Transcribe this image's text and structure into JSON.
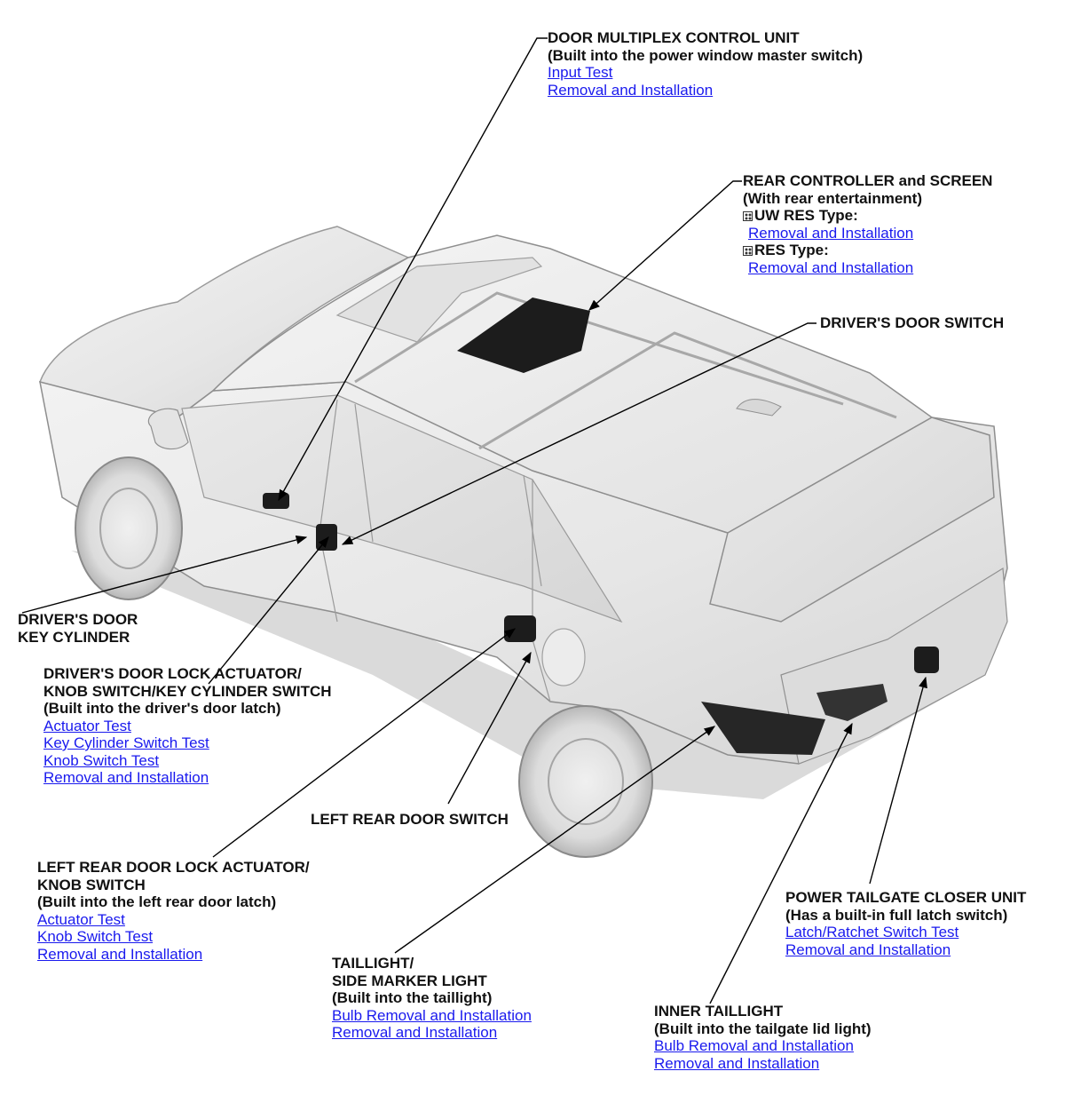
{
  "callouts": {
    "door_multiplex": {
      "title": "DOOR MULTIPLEX CONTROL UNIT",
      "sub": "(Built into the power window master switch)",
      "links": [
        "Input Test",
        "Removal and Installation"
      ]
    },
    "rear_controller": {
      "title": "REAR CONTROLLER and SCREEN",
      "sub": "(With rear entertainment)",
      "uw_res_type": "UW RES Type:",
      "uw_res_link": "Removal and Installation",
      "res_type": "RES Type:",
      "res_link": "Removal and Installation"
    },
    "drivers_door_switch": {
      "title": "DRIVER'S DOOR SWITCH"
    },
    "drivers_door_key_cylinder": {
      "line1": "DRIVER'S DOOR",
      "line2": "KEY CYLINDER"
    },
    "drivers_door_lock_actuator": {
      "line1": "DRIVER'S DOOR LOCK ACTUATOR/",
      "line2": "KNOB SWITCH/KEY CYLINDER SWITCH",
      "sub": "(Built into the driver's door latch)",
      "links": [
        "Actuator Test",
        "Key Cylinder Switch Test",
        "Knob Switch Test",
        "Removal and Installation"
      ]
    },
    "left_rear_door_switch": {
      "title": "LEFT REAR DOOR SWITCH"
    },
    "left_rear_door_lock_actuator": {
      "line1": "LEFT REAR DOOR LOCK ACTUATOR/",
      "line2": "KNOB SWITCH",
      "sub": "(Built into the left rear door latch)",
      "links": [
        "Actuator Test",
        "Knob Switch Test",
        "Removal and Installation"
      ]
    },
    "taillight": {
      "line1": "TAILLIGHT/",
      "line2": "SIDE MARKER LIGHT",
      "sub": "(Built into the taillight)",
      "links": [
        "Bulb Removal and Installation",
        "Removal and Installation"
      ]
    },
    "inner_taillight": {
      "title": "INNER TAILLIGHT",
      "sub": "(Built into the tailgate lid light)",
      "links": [
        "Bulb Removal and Installation",
        "Removal and Installation"
      ]
    },
    "power_tailgate_closer": {
      "title": "POWER TAILGATE CLOSER UNIT",
      "sub": "(Has a built-in full latch switch)",
      "links": [
        "Latch/Ratchet Switch Test",
        "Removal and Installation"
      ]
    }
  },
  "colors": {
    "link": "#1a1aee",
    "text": "#111111",
    "part": "#1c1c1c"
  }
}
